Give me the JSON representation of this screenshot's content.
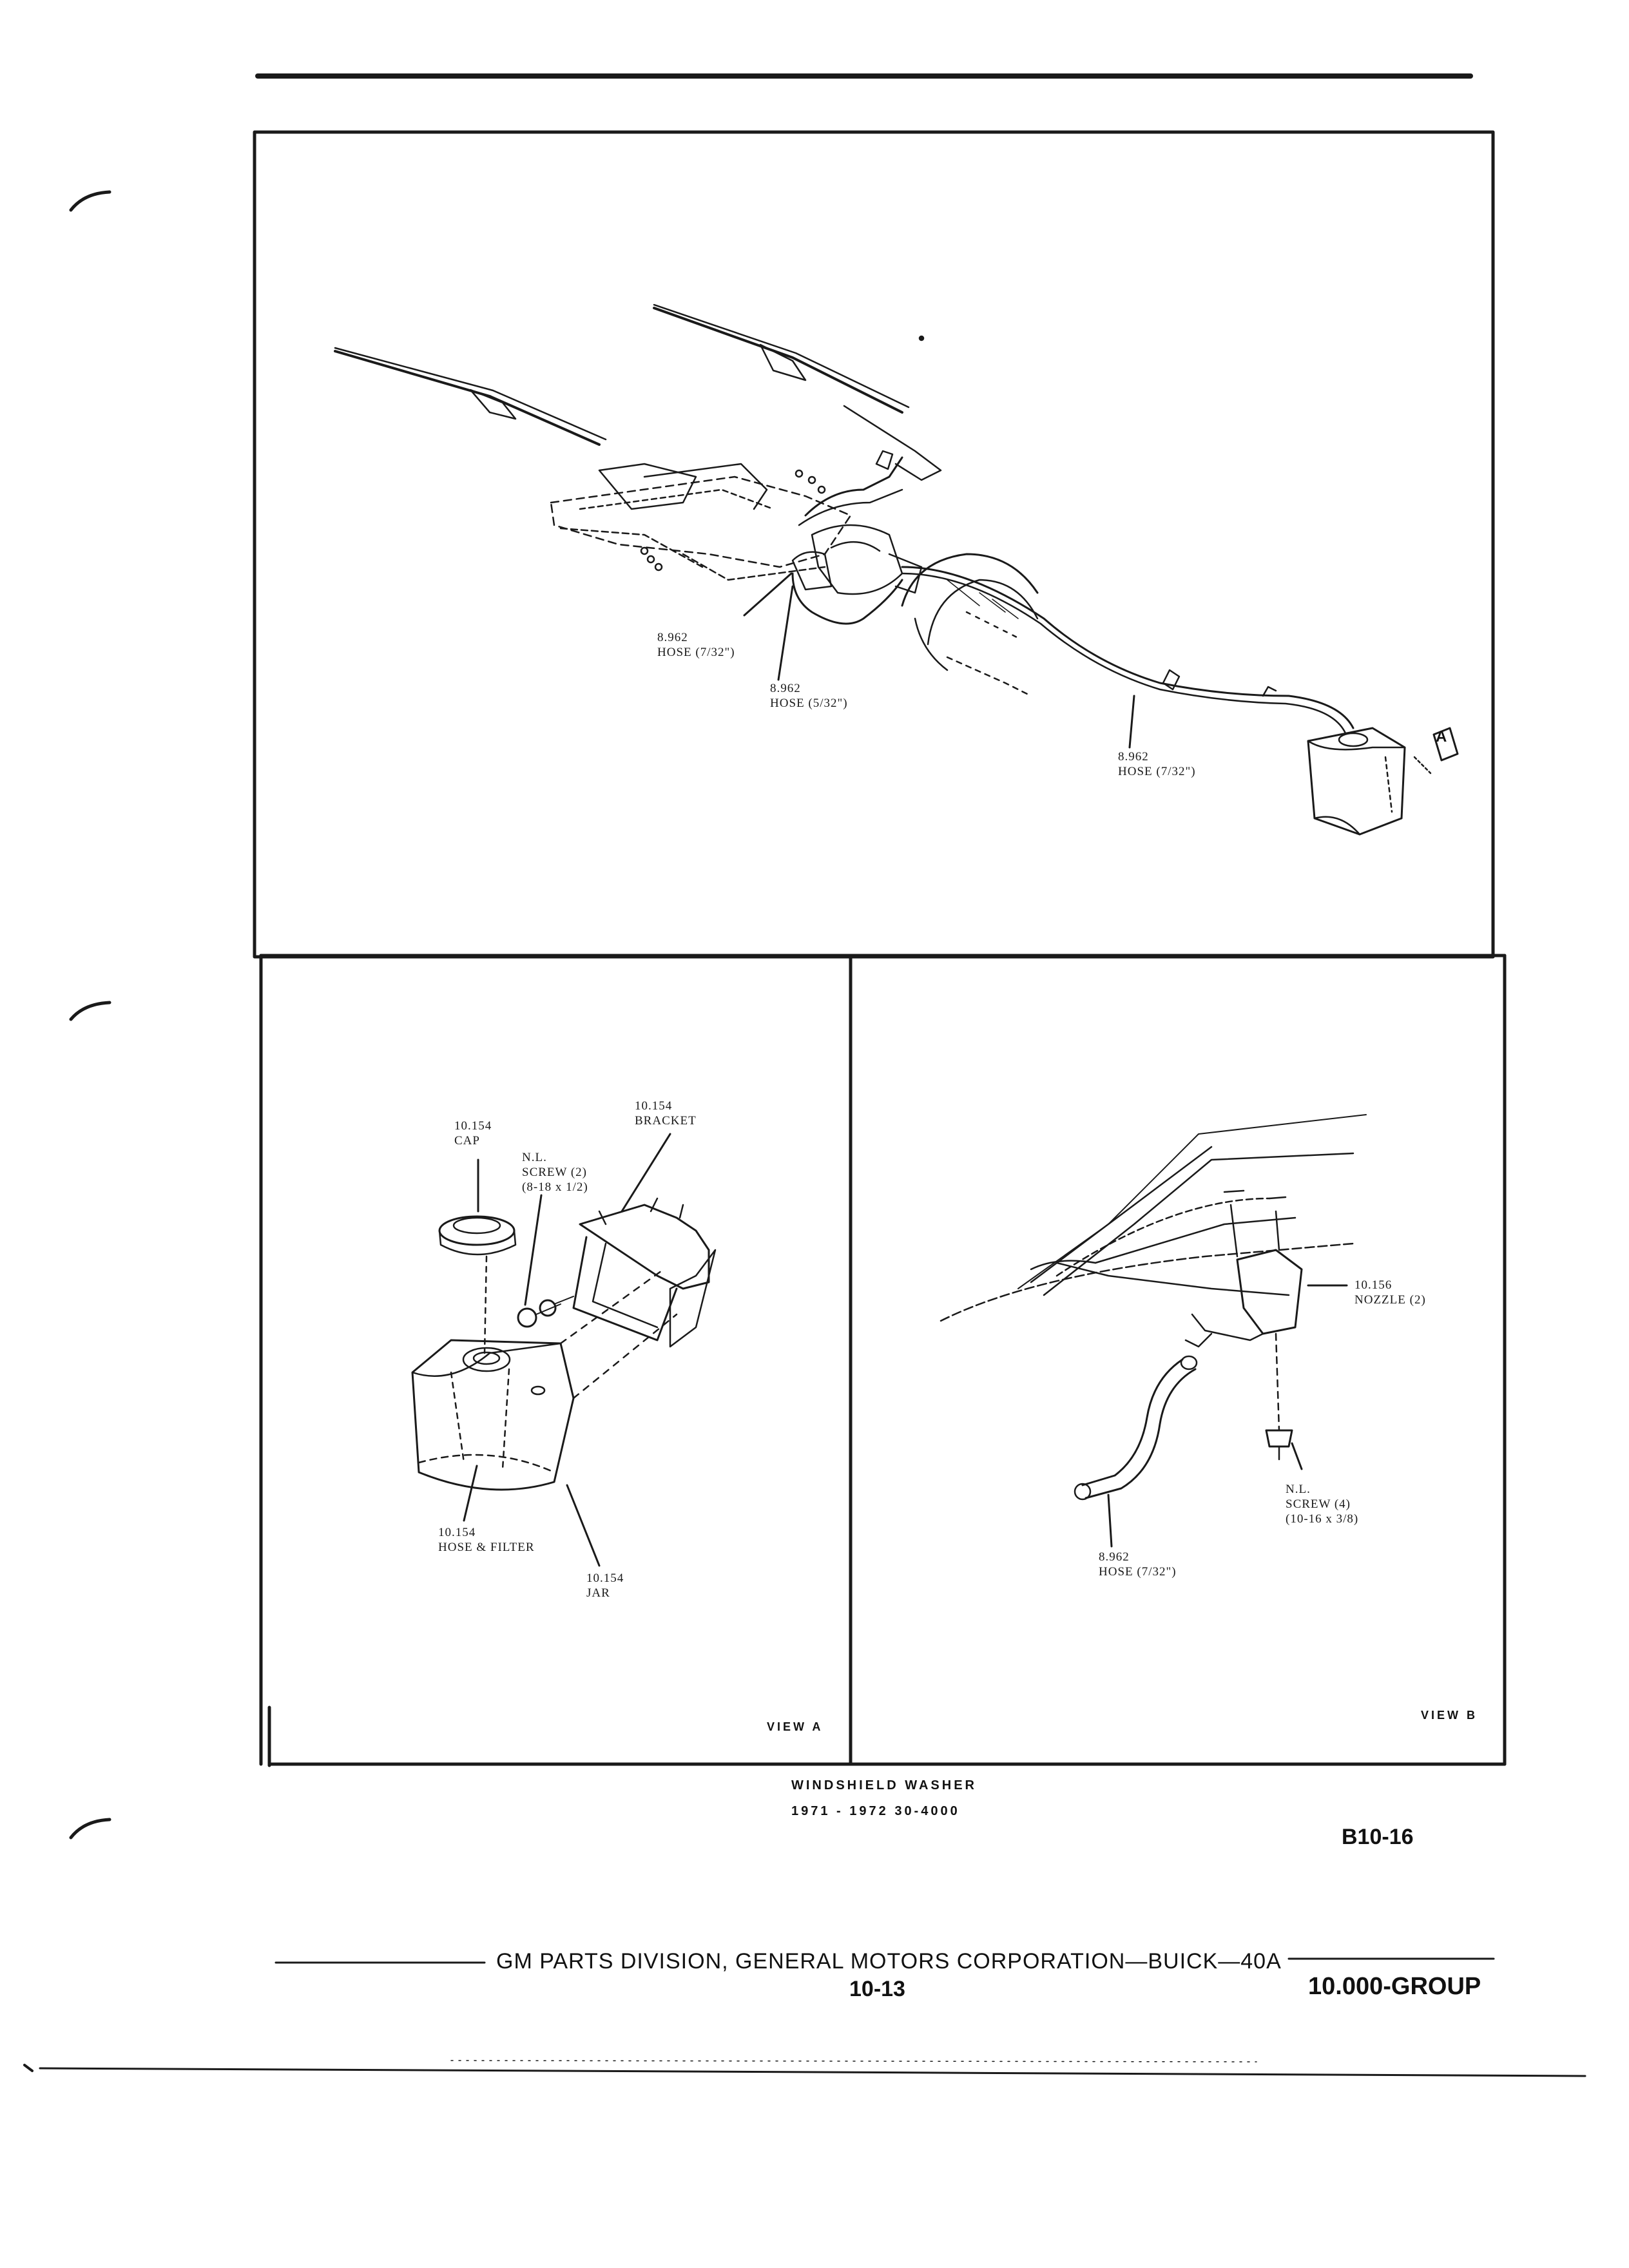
{
  "diagram": {
    "main": {
      "callouts": [
        {
          "part": "8.962",
          "desc": "HOSE (7/32\")"
        },
        {
          "part": "8.962",
          "desc": "HOSE (5/32\")"
        },
        {
          "part": "8.962",
          "desc": "HOSE (7/32\")"
        }
      ],
      "pointer_letter": "A"
    },
    "view_a": {
      "tag": "VIEW A",
      "callouts": [
        {
          "part": "10.154",
          "desc": "CAP"
        },
        {
          "part": "N.L.",
          "desc": "SCREW (2)",
          "spec": "(8-18 x 1/2)"
        },
        {
          "part": "10.154",
          "desc": "BRACKET"
        },
        {
          "part": "10.154",
          "desc": "HOSE & FILTER"
        },
        {
          "part": "10.154",
          "desc": "JAR"
        }
      ]
    },
    "view_b": {
      "tag": "VIEW B",
      "callouts": [
        {
          "part": "10.156",
          "desc": "NOZZLE (2)"
        },
        {
          "part": "N.L.",
          "desc": "SCREW (4)",
          "spec": "(10-16 x 3/8)"
        },
        {
          "part": "8.962",
          "desc": "HOSE (7/32\")"
        }
      ]
    }
  },
  "caption": {
    "title": "WINDSHIELD WASHER",
    "subtitle": "1971 - 1972 30-4000"
  },
  "figure_code": "B10-16",
  "footer": {
    "publisher": "GM PARTS DIVISION, GENERAL MOTORS CORPORATION—BUICK—40A",
    "page": "10-13",
    "group": "10.000-GROUP"
  }
}
